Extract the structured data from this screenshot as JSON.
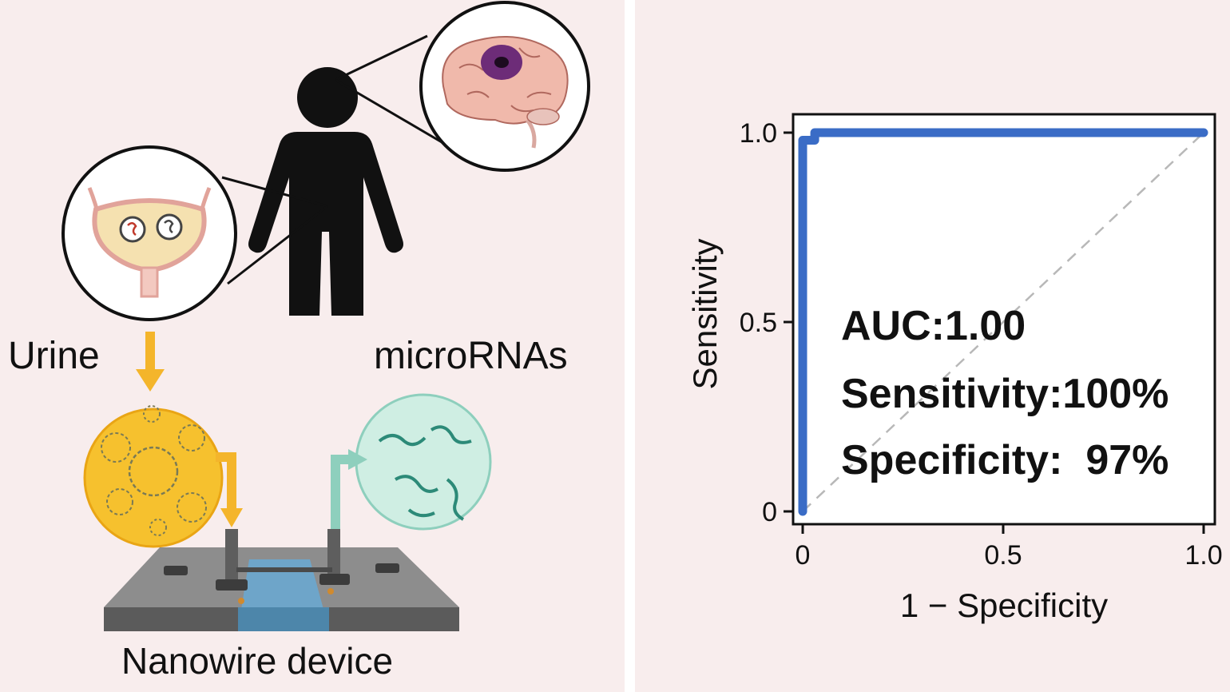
{
  "illustration": {
    "urine_label": "Urine",
    "mirna_label": "microRNAs",
    "device_label": "Nanowire device"
  },
  "chart_data": {
    "type": "line",
    "xlabel": "1 − Specificity",
    "ylabel": "Sensitivity",
    "xlim": [
      0,
      1
    ],
    "ylim": [
      0,
      1
    ],
    "x_ticks": [
      "0",
      "0.5",
      "1.0"
    ],
    "y_ticks": [
      "0",
      "0.5",
      "1.0"
    ],
    "series": [
      {
        "x": [
          0,
          0,
          0,
          0.03,
          0.03,
          1.0
        ],
        "y": [
          0,
          0.97,
          0.98,
          0.98,
          1.0,
          1.0
        ],
        "color": "#3a6cc6"
      }
    ],
    "reference_line": {
      "x": [
        0,
        1
      ],
      "y": [
        0,
        1
      ],
      "color": "#b8b8b8",
      "style": "dashed"
    },
    "annotations": [
      "AUC:1.00",
      "Sensitivity:100%",
      "Specificity:  97%"
    ],
    "grid": false
  }
}
